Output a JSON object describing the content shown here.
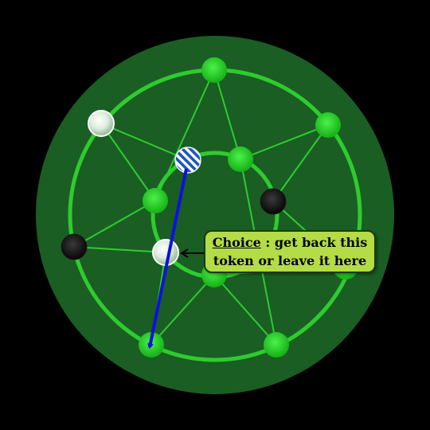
{
  "board": {
    "background_color": "#000000",
    "board_color": "#1a5e24",
    "line_color": "#2ecc2e",
    "node_color": "#1fcf1f",
    "outer_nodes": 7,
    "inner_nodes": 7
  },
  "tokens": [
    {
      "name": "white-token",
      "color": "white",
      "position": "outer ring, top-left"
    },
    {
      "name": "white-token",
      "color": "white",
      "position": "inner ring, center-left"
    },
    {
      "name": "black-token",
      "color": "black",
      "position": "outer ring, left"
    },
    {
      "name": "black-token",
      "color": "black",
      "position": "inner ring, right"
    },
    {
      "name": "striped-token",
      "color": "blue-white striped",
      "position": "inner ring, top"
    }
  ],
  "move_arrow": {
    "color": "#1010dd",
    "from": "striped token (inner ring, top)",
    "to": "outer ring node, bottom-left"
  },
  "callout": {
    "choice_word": "Choice",
    "line1_rest": " : get back this",
    "line2": "token or leave it here",
    "pointer_glyph": "←"
  }
}
